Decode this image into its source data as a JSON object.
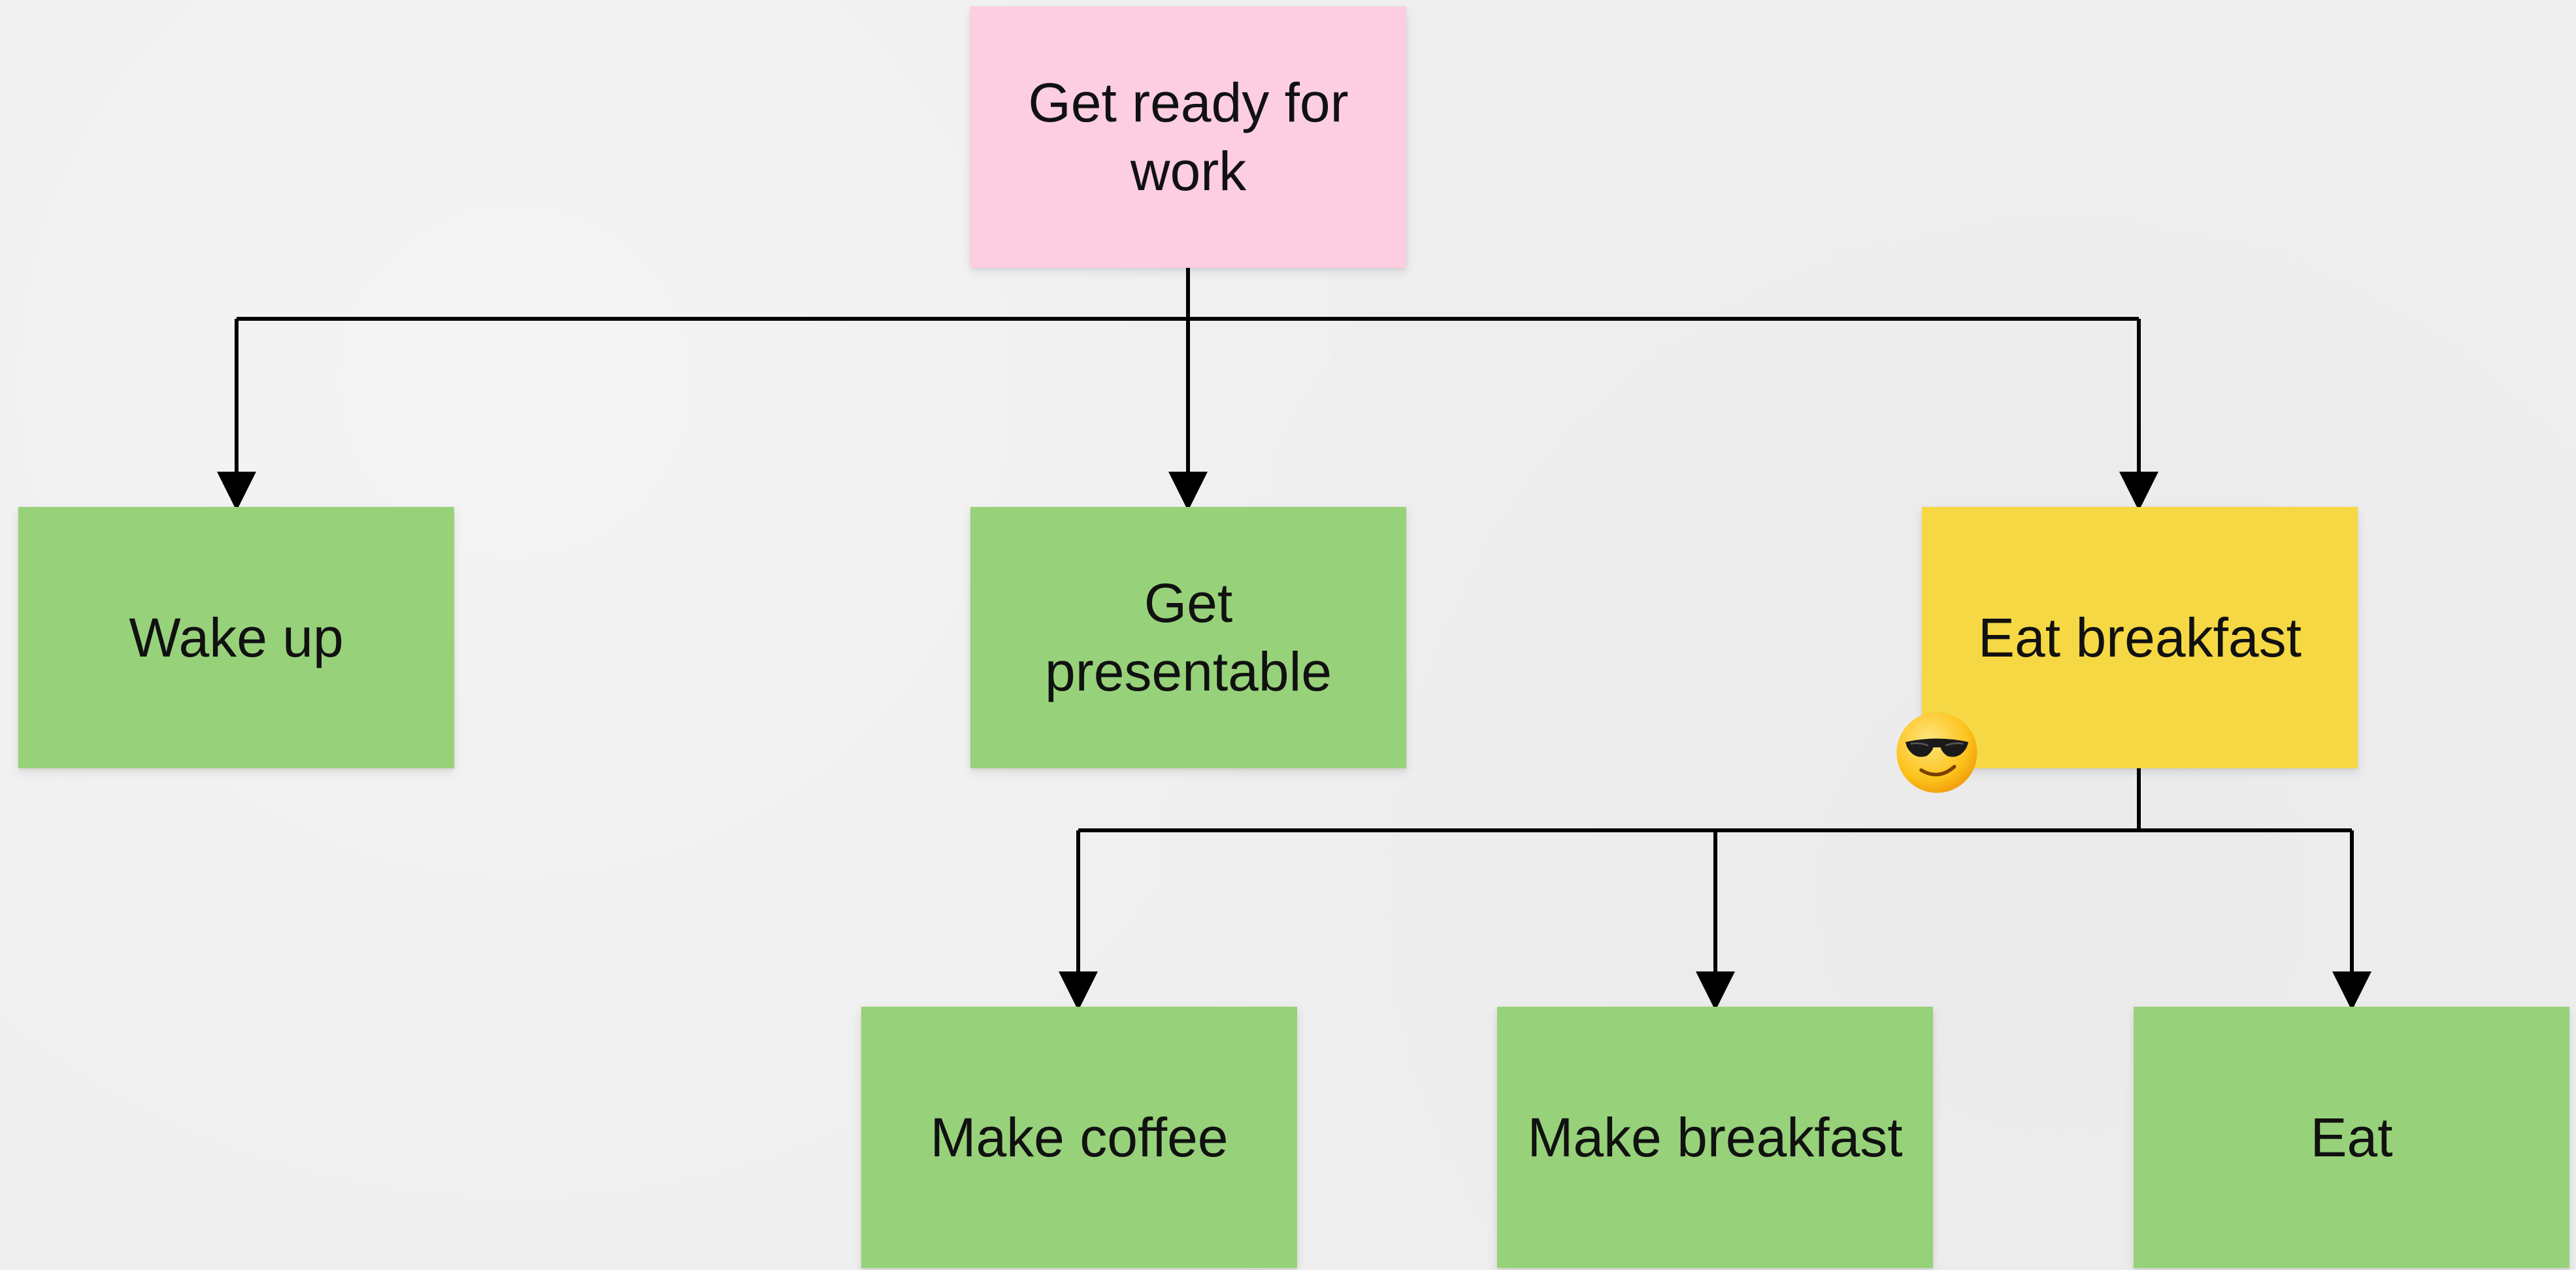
{
  "diagram": {
    "root": {
      "label": "Get ready for work",
      "color": "#fdcde2"
    },
    "level1": [
      {
        "label": "Wake up",
        "color": "#97d27a"
      },
      {
        "label": "Get presentable",
        "color": "#97d27a"
      },
      {
        "label": "Eat breakfast",
        "color": "#f5d844"
      }
    ],
    "level2": [
      {
        "label": "Make coffee",
        "color": "#97d27a"
      },
      {
        "label": "Make breakfast",
        "color": "#97d27a"
      },
      {
        "label": "Eat",
        "color": "#97d27a"
      }
    ],
    "annotation_icon": "sunglasses-emoji-icon",
    "connector_color": "#000000"
  }
}
